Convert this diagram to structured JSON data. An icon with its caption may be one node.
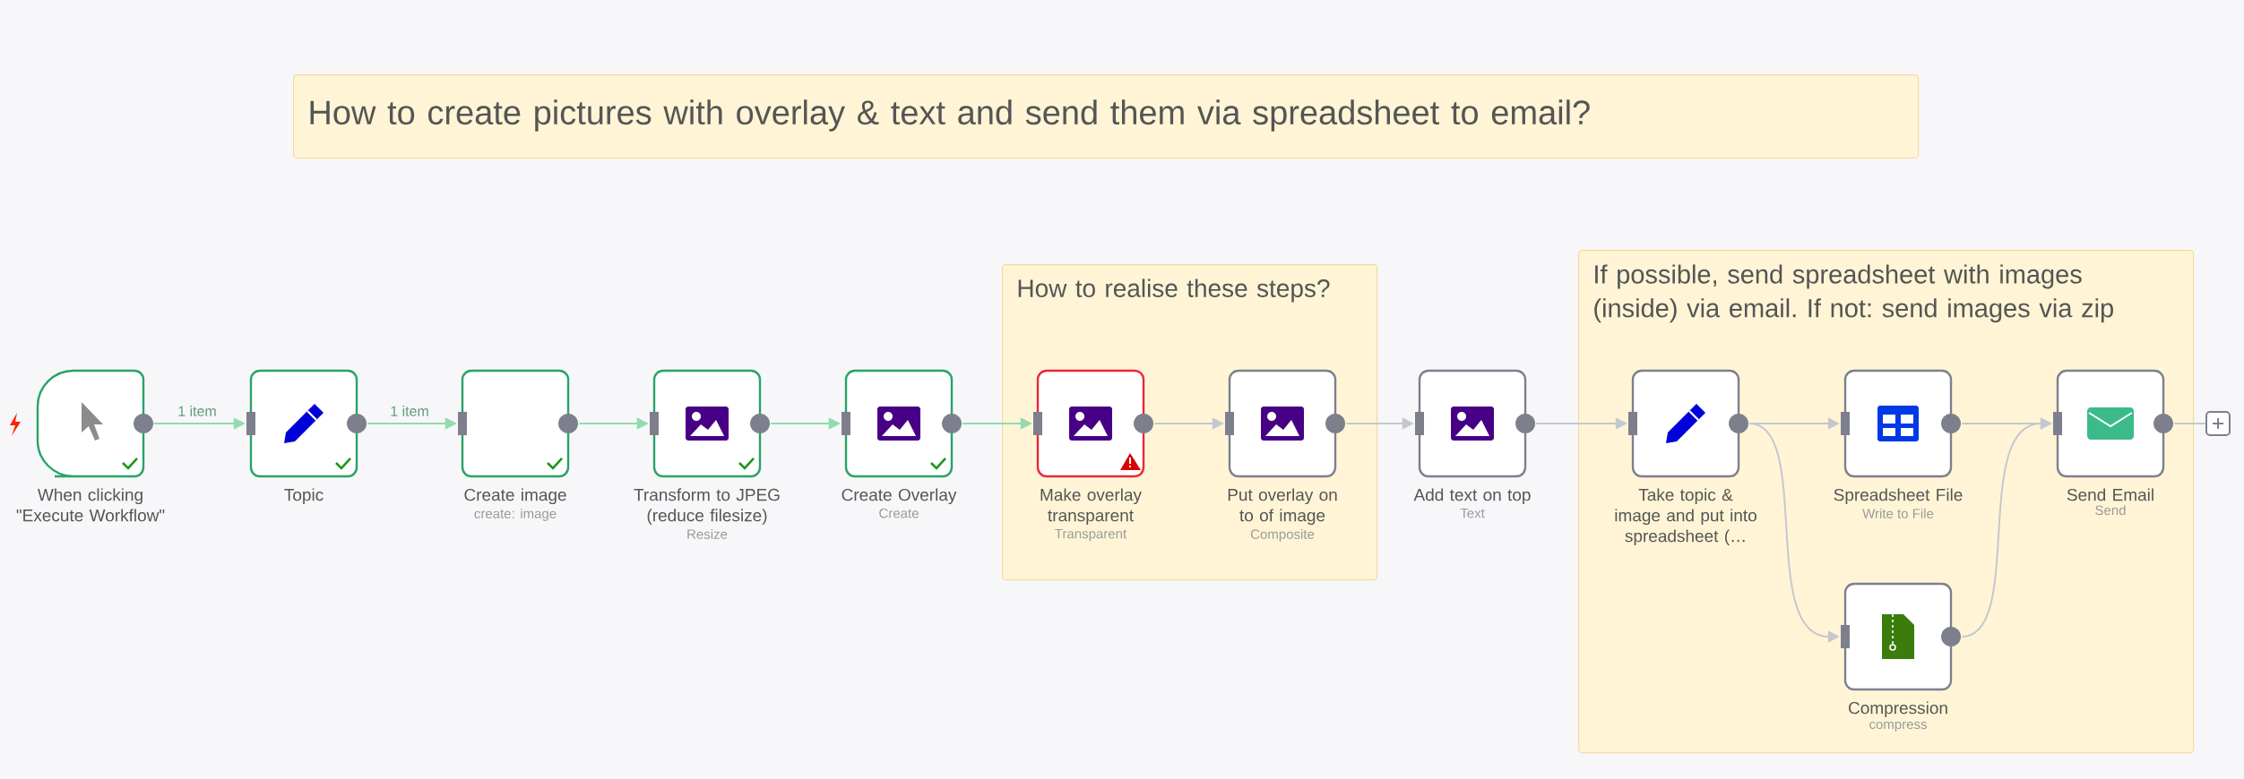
{
  "diagram": {
    "nodes": [
      {
        "text": [
          "How to create pictures with overlay & text and send them via spreadsheet to email?"
        ]
      },
      {
        "text": [
          "When clicking \"Execute Workflow\""
        ]
      },
      {
        "text": [
          "Topic"
        ]
      },
      {
        "text": [
          "Create image",
          "create: image"
        ]
      },
      {
        "text": [
          "Transform to JPEG (reduce filesize)",
          "Resize"
        ]
      },
      {
        "text": [
          "Create Overlay",
          "Create"
        ]
      },
      {
        "text": [
          "How to realise these steps?"
        ]
      },
      {
        "text": [
          "Make overlay transparent",
          "Transparent"
        ],
        "in": 6
      },
      {
        "text": [
          "Put overlay on to of image",
          "Composite"
        ],
        "in": 6
      },
      {
        "text": [
          "Add text on top",
          "Text"
        ]
      },
      {
        "text": [
          "If possible, send spreadsheet with images (inside) via email. If not: send images via zip"
        ]
      },
      {
        "text": [
          "Take topic & image and put into spreadsheet (…"
        ],
        "in": 10
      },
      {
        "text": [
          "Spreadsheet File",
          "Write to File"
        ],
        "in": 10
      },
      {
        "text": [
          "Send Email",
          "Send"
        ],
        "in": 10
      },
      {
        "text": [
          "Compression",
          "compress"
        ],
        "in": 10
      },
      {
        "text": [],
        "shape": "box"
      }
    ],
    "edges": [
      {
        "from": 1,
        "to": 2,
        "arrow": "to",
        "label": "1 item",
        "color": "#8fdcae"
      },
      {
        "from": 2,
        "to": 3,
        "arrow": "to",
        "label": "1 item",
        "color": "#8fdcae"
      },
      {
        "from": 3,
        "to": 4,
        "arrow": "to",
        "color": "#8fdcae"
      },
      {
        "from": 4,
        "to": 5,
        "arrow": "to",
        "color": "#8fdcae"
      },
      {
        "from": 5,
        "to": 7,
        "arrow": "to",
        "color": "#8fdcae"
      },
      {
        "from": 7,
        "to": 8,
        "arrow": "to"
      },
      {
        "from": 8,
        "to": 9,
        "arrow": "to"
      },
      {
        "from": 9,
        "to": 11,
        "arrow": "to"
      },
      {
        "from": 11,
        "to": 12,
        "arrow": "to"
      },
      {
        "from": 11,
        "to": 14,
        "arrow": "to"
      },
      {
        "from": 12,
        "to": 13,
        "arrow": "to"
      },
      {
        "from": 14,
        "to": 13,
        "arrow": "to"
      },
      {
        "from": 13,
        "to": 15,
        "arrow": "none"
      }
    ]
  }
}
